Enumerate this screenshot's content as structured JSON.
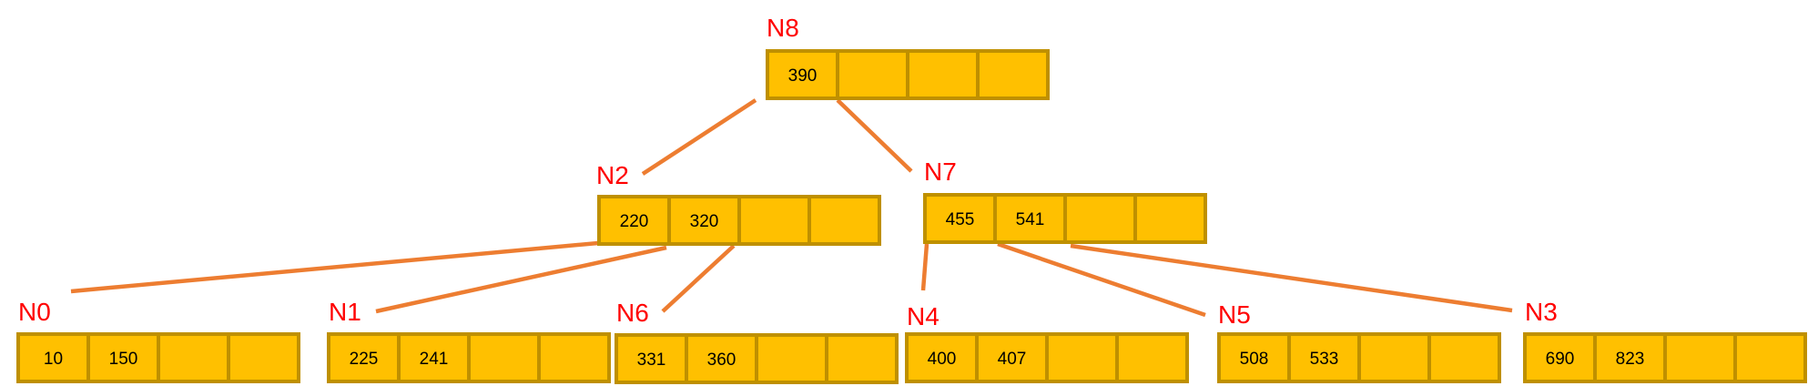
{
  "diagram": {
    "colors": {
      "cell_fill": "#FFC000",
      "cell_border": "#BF9000",
      "edge": "#ED7D31",
      "label": "#FF0000",
      "key_text": "#000000"
    },
    "nodes": [
      {
        "id": "n8",
        "label": "N8",
        "keys": [
          "390",
          "",
          "",
          ""
        ]
      },
      {
        "id": "n2",
        "label": "N2",
        "keys": [
          "220",
          "320",
          "",
          ""
        ]
      },
      {
        "id": "n7",
        "label": "N7",
        "keys": [
          "455",
          "541",
          "",
          ""
        ]
      },
      {
        "id": "n0",
        "label": "N0",
        "keys": [
          "10",
          "150",
          "",
          ""
        ]
      },
      {
        "id": "n1",
        "label": "N1",
        "keys": [
          "225",
          "241",
          "",
          ""
        ]
      },
      {
        "id": "n6",
        "label": "N6",
        "keys": [
          "331",
          "360",
          "",
          ""
        ]
      },
      {
        "id": "n4",
        "label": "N4",
        "keys": [
          "400",
          "407",
          "",
          ""
        ]
      },
      {
        "id": "n5",
        "label": "N5",
        "keys": [
          "508",
          "533",
          "",
          ""
        ]
      },
      {
        "id": "n3",
        "label": "N3",
        "keys": [
          "690",
          "823",
          "",
          ""
        ]
      }
    ],
    "edges": [
      {
        "from": "n8",
        "to": "n2"
      },
      {
        "from": "n8",
        "to": "n7"
      },
      {
        "from": "n2",
        "to": "n0"
      },
      {
        "from": "n2",
        "to": "n1"
      },
      {
        "from": "n2",
        "to": "n6"
      },
      {
        "from": "n7",
        "to": "n4"
      },
      {
        "from": "n7",
        "to": "n5"
      },
      {
        "from": "n7",
        "to": "n3"
      }
    ]
  }
}
